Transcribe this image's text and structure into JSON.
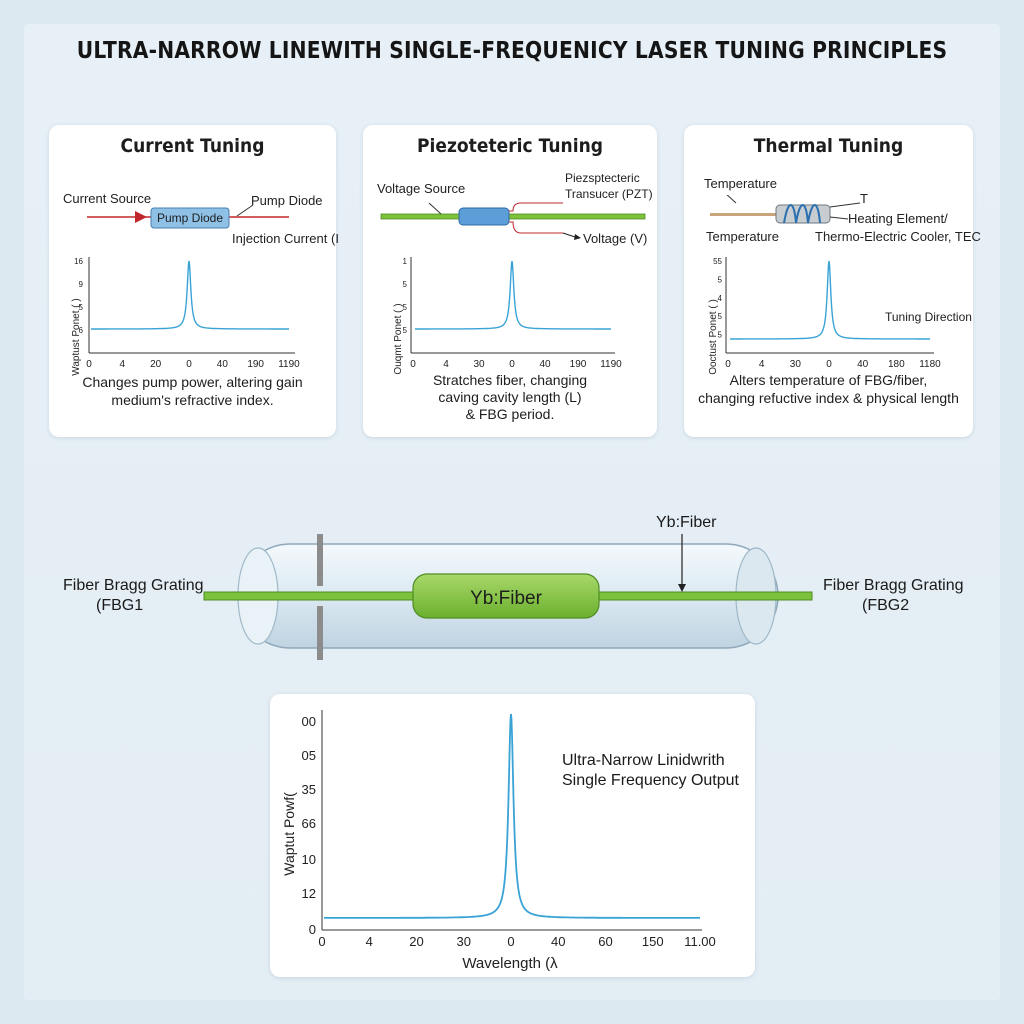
{
  "title": "ULTRA-NARROW LINEWITH SINGLE-FREQUENICY LASER TUNING PRINCIPLES",
  "colors": {
    "trace": "#3aa3d6",
    "fiber_green": "#7cc23c",
    "pump_blue": "#8fc0e6",
    "arrow_red": "#c0282d",
    "background": "#e3edf4"
  },
  "panels": {
    "current": {
      "title": "Current Tuning",
      "source_label": "Current Source",
      "diode_label": "Pump Diode",
      "diode_caption": "Pump Diode",
      "injection_label": "Injection Current (I",
      "y_axis_label": "Waptust Ponet ( )",
      "y_ticks": [
        "16",
        "9",
        "5",
        "6"
      ],
      "x_ticks": [
        "0",
        "4",
        "20",
        "0",
        "40",
        "190",
        "1190"
      ],
      "caption_line1": "Changes pump power, altering gain",
      "caption_line2": "medium's refractive index."
    },
    "piezo": {
      "title": "Piezoteteric Tuning",
      "source_label": "Voltage Source",
      "pzt_label_line1": "Piezsptecteric",
      "pzt_label_line2": "Transucer (PZT)",
      "voltage_label": "Voltage (V)",
      "y_axis_label": "Ouqmt Ponet (  )",
      "y_ticks": [
        "1",
        "5",
        "5",
        "5"
      ],
      "x_ticks": [
        "0",
        "4",
        "30",
        "0",
        "40",
        "190",
        "1190"
      ],
      "caption_line1": "Stratches fiber, changing",
      "caption_line2": "caving cavity length (L)",
      "caption_line3": "& FBG period."
    },
    "thermal": {
      "title": "Thermal Tuning",
      "temp_label_top": "Temperature",
      "temp_label_bottom": "Temperature",
      "t_label": "T",
      "heater_label_line1": "Heating Element/",
      "heater_label_line2": "Thermo-Electric Cooler, TEC",
      "tuning_direction": "Tuning Direction",
      "y_axis_label": "Ooctust Ponet ( )",
      "y_ticks": [
        "55",
        "5",
        "4",
        "5",
        "5"
      ],
      "x_ticks": [
        "0",
        "4",
        "30",
        "0",
        "40",
        "180",
        "1180"
      ],
      "caption_line1": "Alters temperature of FBG/fiber,",
      "caption_line2": "changing refuctive index & physical length"
    }
  },
  "cavity": {
    "fbg1_line1": "Fiber Bragg Grating",
    "fbg1_line2": "(FBG1",
    "fbg2_line1": "Fiber Bragg Grating",
    "fbg2_line2": "(FBG2",
    "gain_label": "Yb:Fiber",
    "top_label": "Yb:Fiber"
  },
  "output": {
    "annotation_line1": "Ultra-Narrow Linidwrith",
    "annotation_line2": "Single Frequency Output",
    "ylabel": "Waptut Powf(",
    "xlabel": "Wavelength (λ",
    "y_ticks": [
      "00",
      "05",
      "35",
      "66",
      "10",
      "12",
      "0"
    ],
    "x_ticks": [
      "0",
      "4",
      "20",
      "30",
      "0",
      "40",
      "60",
      "150",
      "11.00"
    ]
  },
  "chart_data": {
    "type": "line",
    "title": "",
    "xlabel": "Wavelength (λ",
    "ylabel": "Waptut Powf(",
    "series": [
      {
        "values": [
          0.08,
          0.08,
          0.08,
          0.09,
          0.12,
          0.25,
          1.0,
          0.25,
          0.12,
          0.09,
          0.08,
          0.08,
          0.08
        ]
      }
    ],
    "shape": "single narrow lorentzian peak at the x tick labelled 0 over a flat baseline",
    "grid": false
  }
}
